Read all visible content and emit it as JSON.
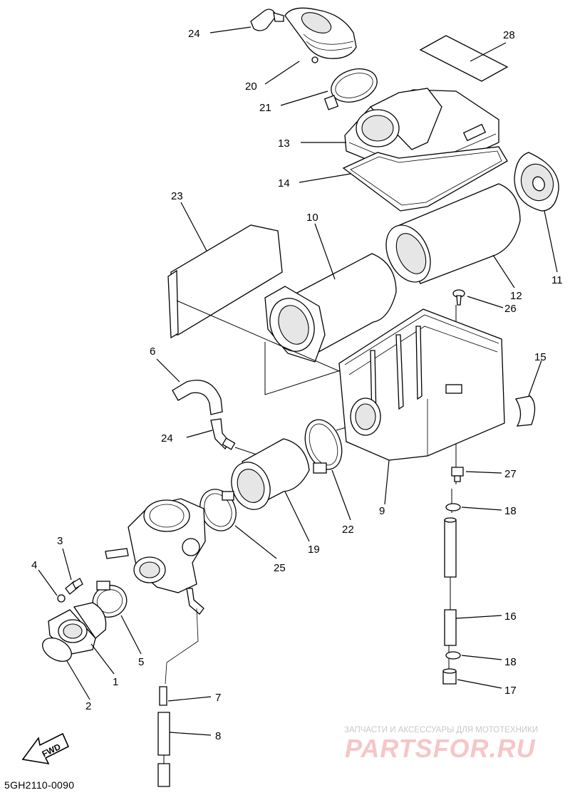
{
  "diagram": {
    "code": "5GH2110-0090",
    "direction_badge": "FWD",
    "watermark": {
      "tagline": "ЗАПЧАСТИ И АКСЕССУАРЫ ДЛЯ МОТОТЕХНИКИ",
      "logo": "PARTSFOR.RU"
    },
    "callouts": [
      "24",
      "28",
      "20",
      "21",
      "13",
      "14",
      "23",
      "10",
      "11",
      "12",
      "26",
      "6",
      "15",
      "24",
      "27",
      "9",
      "22",
      "18",
      "19",
      "25",
      "3",
      "4",
      "16",
      "5",
      "1",
      "18",
      "17",
      "2",
      "7",
      "8"
    ]
  }
}
